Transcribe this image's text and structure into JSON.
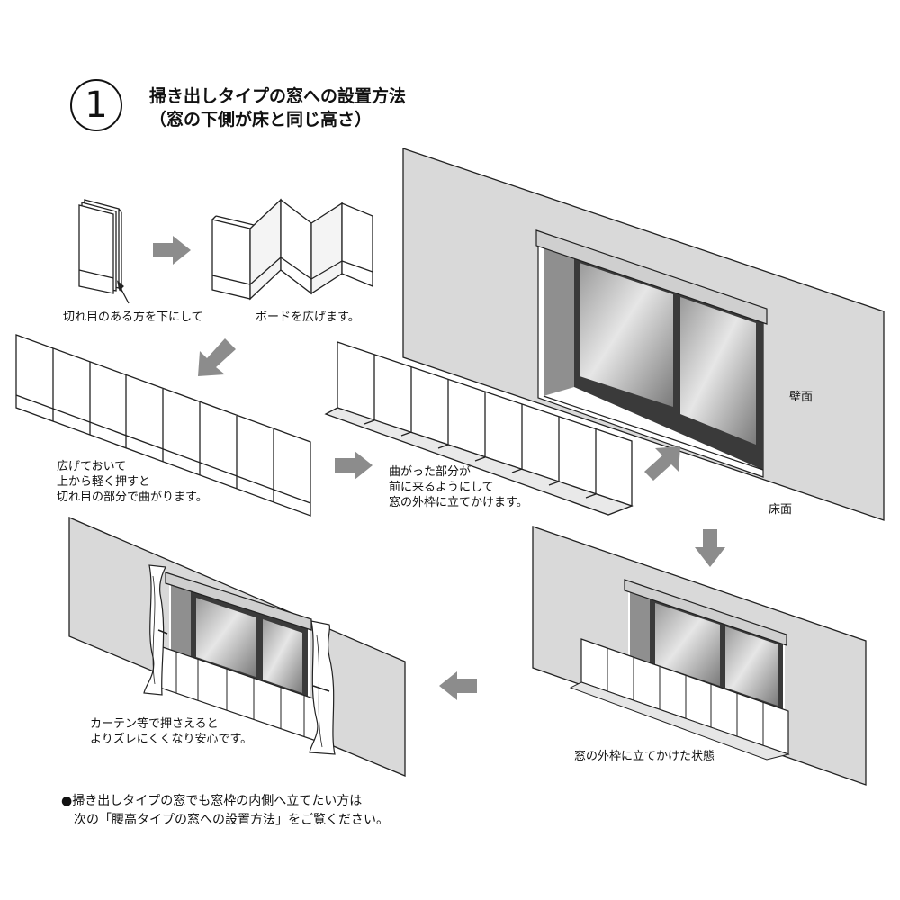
{
  "header": {
    "step_number": "1",
    "title_line1": "掃き出しタイプの窓への設置方法",
    "title_line2": "（窓の下側が床と同じ高さ）"
  },
  "labels": {
    "cut_down": "切れ目のある方を下にして",
    "spread_board": "ボードを広げます。",
    "bend_line1": "広げておいて",
    "bend_line2": "上から軽く押すと",
    "bend_line3": "切れ目の部分で曲がります。",
    "lean_line1": "曲がった部分が",
    "lean_line2": "前に来るようにして",
    "lean_line3": "窓の外枠に立てかけます。",
    "wall": "壁面",
    "floor": "床面",
    "state": "窓の外枠に立てかけた状態",
    "curtain_line1": "カーテン等で押さえると",
    "curtain_line2": "よりズレにくくなり安心です。"
  },
  "note": {
    "line1": "●掃き出しタイプの窓でも窓枠の内側へ立てたい方は",
    "line2": "次の「腰高タイプの窓への設置方法」をご覧ください。"
  },
  "colors": {
    "wall": "#d9d9d9",
    "arrow": "#8c8c8c",
    "frame": "#3a3a3a",
    "glass": "#bdbdbd",
    "line": "#222222"
  }
}
